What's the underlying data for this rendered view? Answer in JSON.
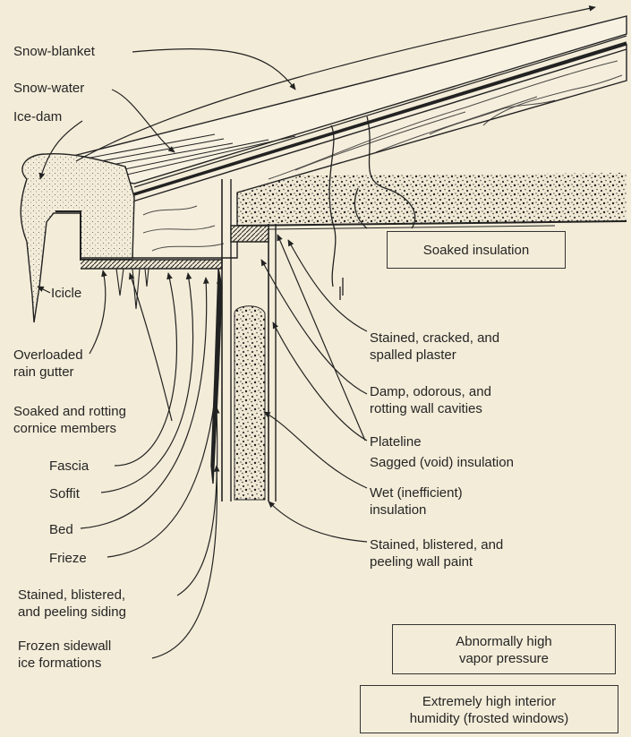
{
  "labels": {
    "snow_blanket": "Snow-blanket",
    "snow_water": "Snow-water",
    "ice_dam": "Ice-dam",
    "icicle": "Icicle",
    "overloaded_gutter": [
      "Overloaded",
      "rain gutter"
    ],
    "soaked_cornice": [
      "Soaked and rotting",
      "cornice members"
    ],
    "fascia": "Fascia",
    "soffit": "Soffit",
    "bed": "Bed",
    "frieze": "Frieze",
    "stained_siding": [
      "Stained, blistered,",
      "and peeling siding"
    ],
    "frozen_sidewall": [
      "Frozen sidewall",
      "ice formations"
    ],
    "stained_plaster": [
      "Stained, cracked, and",
      "spalled plaster"
    ],
    "damp_cavities": [
      "Damp, odorous, and",
      "rotting wall cavities"
    ],
    "plateline": "Plateline",
    "sagged_insulation": "Sagged (void) insulation",
    "wet_insulation": [
      "Wet (inefficient)",
      "insulation"
    ],
    "stained_paint": [
      "Stained, blistered, and",
      "peeling wall paint"
    ]
  },
  "boxes": {
    "soaked_insulation": "Soaked insulation",
    "vapor_pressure": [
      "Abnormally high",
      "vapor pressure"
    ],
    "humidity": [
      "Extremely high interior",
      "humidity (frosted windows)"
    ]
  }
}
